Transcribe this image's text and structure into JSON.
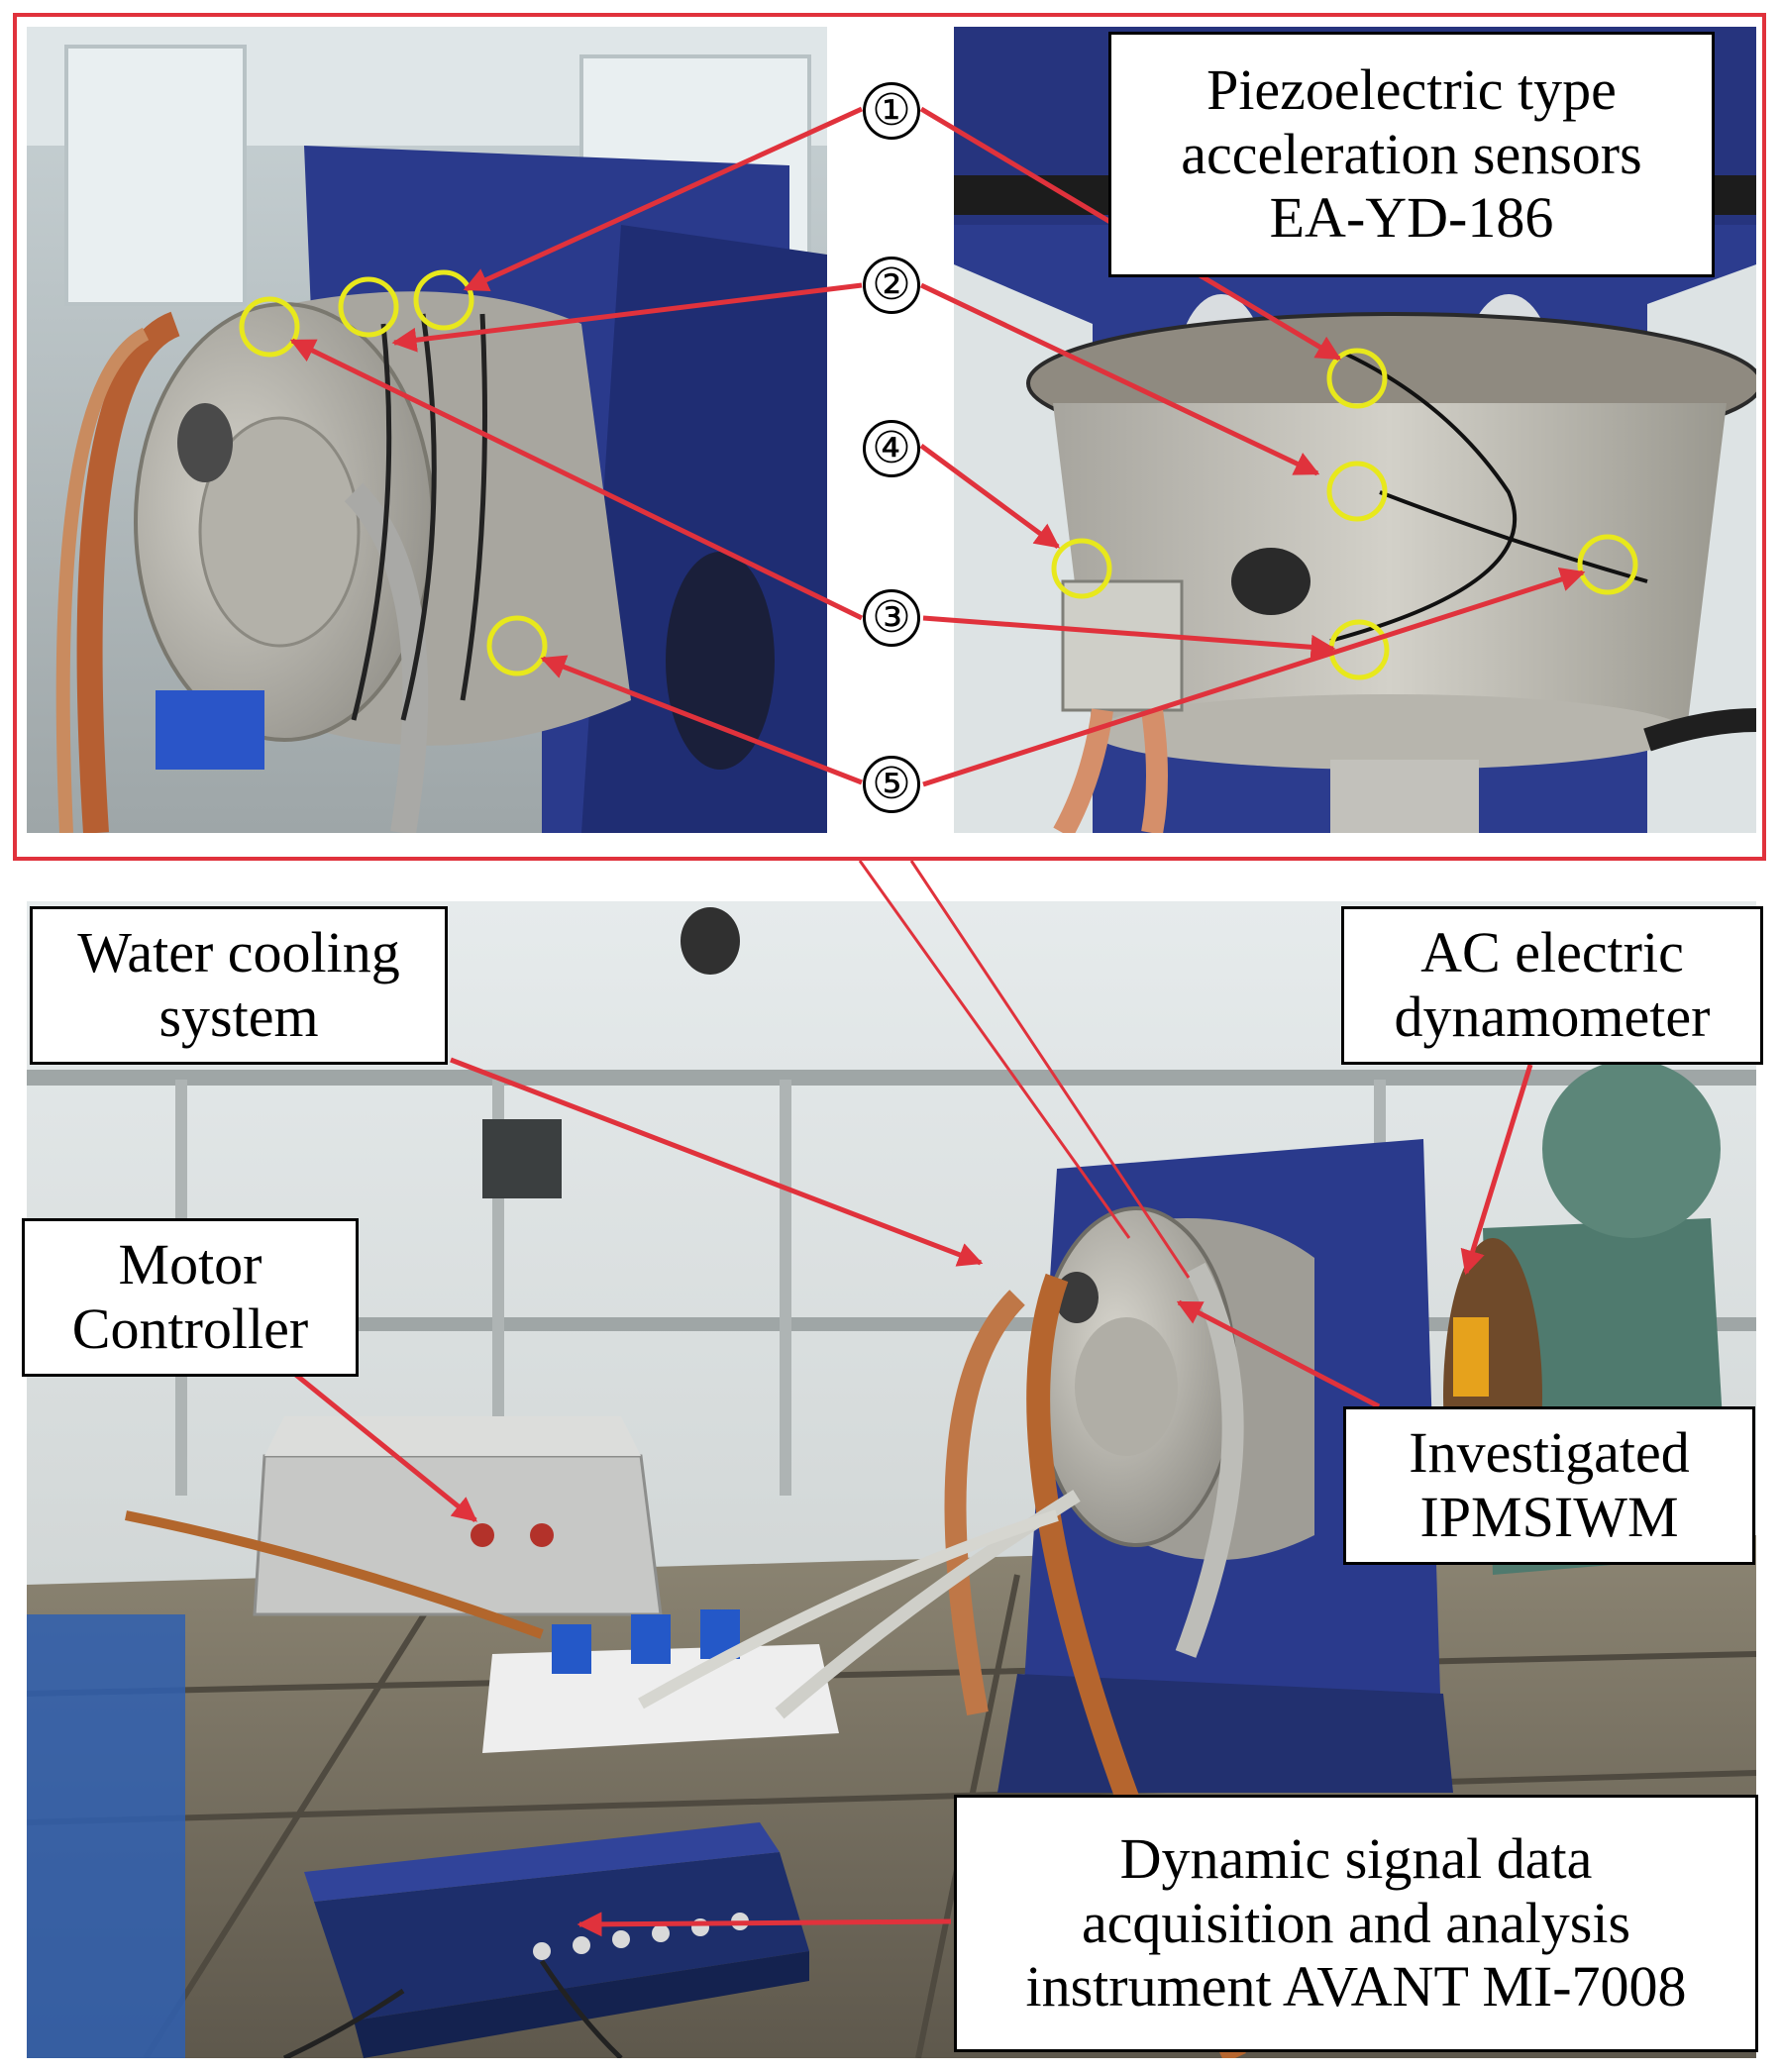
{
  "labels": {
    "sensors": [
      "Piezoelectric type",
      "acceleration sensors",
      "EA-YD-186"
    ],
    "water_cooling": [
      "Water cooling",
      "system"
    ],
    "dynamometer": [
      "AC electric",
      "dynamometer"
    ],
    "controller": [
      "Motor",
      "Controller"
    ],
    "motor": [
      "Investigated",
      "IPMSIWM"
    ],
    "daq": [
      "Dynamic signal data",
      "acquisition and analysis",
      "instrument AVANT MI-7008"
    ]
  },
  "sensor_markers": [
    "①",
    "②",
    "③",
    "④",
    "⑤"
  ],
  "colors": {
    "frame": "#e0323c",
    "arrow": "#e0323c",
    "circle": "#e8e81c",
    "stand_blue": "#2a3a8c",
    "motor_steel": "#b9b7b0",
    "dynamometer_green": "#4f7a6e"
  }
}
